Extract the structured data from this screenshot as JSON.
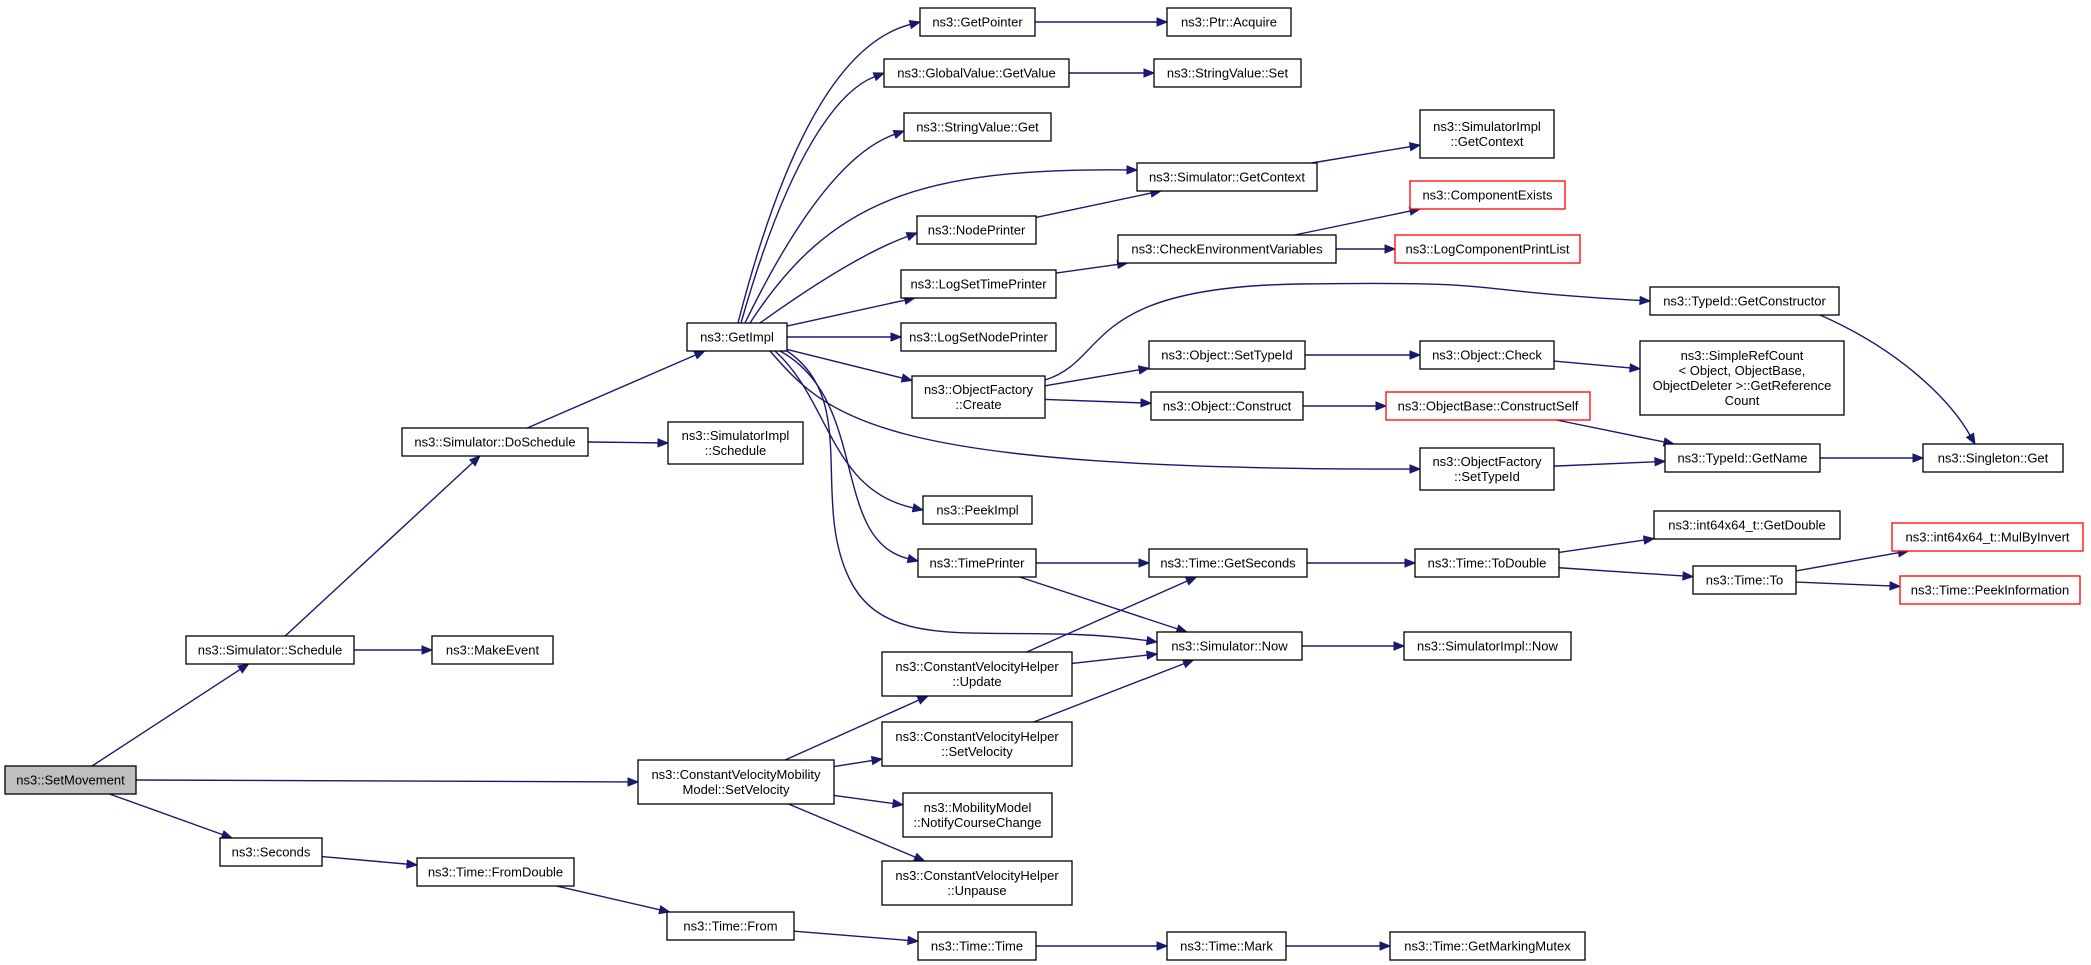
{
  "nodes": [
    {
      "id": "setmovement",
      "lines": [
        "ns3::SetMovement"
      ],
      "style": "root"
    },
    {
      "id": "sim_schedule",
      "lines": [
        "ns3::Simulator::Schedule"
      ],
      "style": "normal"
    },
    {
      "id": "makeevent",
      "lines": [
        "ns3::MakeEvent"
      ],
      "style": "normal"
    },
    {
      "id": "sim_doschedule",
      "lines": [
        "ns3::Simulator::DoSchedule"
      ],
      "style": "normal"
    },
    {
      "id": "simimpl_schedule",
      "lines": [
        "ns3::SimulatorImpl",
        "::Schedule"
      ],
      "style": "normal"
    },
    {
      "id": "getimpl",
      "lines": [
        "ns3::GetImpl"
      ],
      "style": "normal"
    },
    {
      "id": "getpointer",
      "lines": [
        "ns3::GetPointer"
      ],
      "style": "normal"
    },
    {
      "id": "ptr_acquire",
      "lines": [
        "ns3::Ptr::Acquire"
      ],
      "style": "normal"
    },
    {
      "id": "gv_getvalue",
      "lines": [
        "ns3::GlobalValue::GetValue"
      ],
      "style": "normal"
    },
    {
      "id": "sv_set",
      "lines": [
        "ns3::StringValue::Set"
      ],
      "style": "normal"
    },
    {
      "id": "sv_get",
      "lines": [
        "ns3::StringValue::Get"
      ],
      "style": "normal"
    },
    {
      "id": "sim_getcontext",
      "lines": [
        "ns3::Simulator::GetContext"
      ],
      "style": "normal"
    },
    {
      "id": "simimpl_getcontext",
      "lines": [
        "ns3::SimulatorImpl",
        "::GetContext"
      ],
      "style": "normal"
    },
    {
      "id": "nodeprinter",
      "lines": [
        "ns3::NodePrinter"
      ],
      "style": "normal"
    },
    {
      "id": "componentexists",
      "lines": [
        "ns3::ComponentExists"
      ],
      "style": "red"
    },
    {
      "id": "checkenv",
      "lines": [
        "ns3::CheckEnvironmentVariables"
      ],
      "style": "normal"
    },
    {
      "id": "logcomponentprintlist",
      "lines": [
        "ns3::LogComponentPrintList"
      ],
      "style": "red"
    },
    {
      "id": "logsettimeprinter",
      "lines": [
        "ns3::LogSetTimePrinter"
      ],
      "style": "normal"
    },
    {
      "id": "typeid_getconstructor",
      "lines": [
        "ns3::TypeId::GetConstructor"
      ],
      "style": "normal"
    },
    {
      "id": "logsetnodeprinter",
      "lines": [
        "ns3::LogSetNodePrinter"
      ],
      "style": "normal"
    },
    {
      "id": "of_create",
      "lines": [
        "ns3::ObjectFactory",
        "::Create"
      ],
      "style": "normal"
    },
    {
      "id": "obj_settypeid",
      "lines": [
        "ns3::Object::SetTypeId"
      ],
      "style": "normal"
    },
    {
      "id": "obj_check",
      "lines": [
        "ns3::Object::Check"
      ],
      "style": "normal"
    },
    {
      "id": "simplerefcount",
      "lines": [
        "ns3::SimpleRefCount",
        "< Object, ObjectBase,",
        "ObjectDeleter >::GetReference",
        "Count"
      ],
      "style": "normal"
    },
    {
      "id": "obj_construct",
      "lines": [
        "ns3::Object::Construct"
      ],
      "style": "normal"
    },
    {
      "id": "ob_constructself",
      "lines": [
        "ns3::ObjectBase::ConstructSelf"
      ],
      "style": "red"
    },
    {
      "id": "of_settypeid",
      "lines": [
        "ns3::ObjectFactory",
        "::SetTypeId"
      ],
      "style": "normal"
    },
    {
      "id": "typeid_getname",
      "lines": [
        "ns3::TypeId::GetName"
      ],
      "style": "normal"
    },
    {
      "id": "singleton_get",
      "lines": [
        "ns3::Singleton::Get"
      ],
      "style": "normal"
    },
    {
      "id": "peekimpl",
      "lines": [
        "ns3::PeekImpl"
      ],
      "style": "normal"
    },
    {
      "id": "timeprinter",
      "lines": [
        "ns3::TimePrinter"
      ],
      "style": "normal"
    },
    {
      "id": "time_getseconds",
      "lines": [
        "ns3::Time::GetSeconds"
      ],
      "style": "normal"
    },
    {
      "id": "time_todouble",
      "lines": [
        "ns3::Time::ToDouble"
      ],
      "style": "normal"
    },
    {
      "id": "int64_getdouble",
      "lines": [
        "ns3::int64x64_t::GetDouble"
      ],
      "style": "normal"
    },
    {
      "id": "int64_mulbyinvert",
      "lines": [
        "ns3::int64x64_t::MulByInvert"
      ],
      "style": "red"
    },
    {
      "id": "time_to",
      "lines": [
        "ns3::Time::To"
      ],
      "style": "normal"
    },
    {
      "id": "time_peekinformation",
      "lines": [
        "ns3::Time::PeekInformation"
      ],
      "style": "red"
    },
    {
      "id": "sim_now",
      "lines": [
        "ns3::Simulator::Now"
      ],
      "style": "normal"
    },
    {
      "id": "simimpl_now",
      "lines": [
        "ns3::SimulatorImpl::Now"
      ],
      "style": "normal"
    },
    {
      "id": "cvh_update",
      "lines": [
        "ns3::ConstantVelocityHelper",
        "::Update"
      ],
      "style": "normal"
    },
    {
      "id": "cvh_setvelocity",
      "lines": [
        "ns3::ConstantVelocityHelper",
        "::SetVelocity"
      ],
      "style": "normal"
    },
    {
      "id": "cvmm_setvelocity",
      "lines": [
        "ns3::ConstantVelocityMobility",
        "Model::SetVelocity"
      ],
      "style": "normal"
    },
    {
      "id": "mm_notify",
      "lines": [
        "ns3::MobilityModel",
        "::NotifyCourseChange"
      ],
      "style": "normal"
    },
    {
      "id": "cvh_unpause",
      "lines": [
        "ns3::ConstantVelocityHelper",
        "::Unpause"
      ],
      "style": "normal"
    },
    {
      "id": "seconds",
      "lines": [
        "ns3::Seconds"
      ],
      "style": "normal"
    },
    {
      "id": "time_fromdouble",
      "lines": [
        "ns3::Time::FromDouble"
      ],
      "style": "normal"
    },
    {
      "id": "time_from",
      "lines": [
        "ns3::Time::From"
      ],
      "style": "normal"
    },
    {
      "id": "time_time",
      "lines": [
        "ns3::Time::Time"
      ],
      "style": "normal"
    },
    {
      "id": "time_mark",
      "lines": [
        "ns3::Time::Mark"
      ],
      "style": "normal"
    },
    {
      "id": "time_getmarkingmutex",
      "lines": [
        "ns3::Time::GetMarkingMutex"
      ],
      "style": "normal"
    }
  ],
  "edges": [
    [
      "setmovement",
      "sim_schedule"
    ],
    [
      "setmovement",
      "cvmm_setvelocity"
    ],
    [
      "setmovement",
      "seconds"
    ],
    [
      "sim_schedule",
      "makeevent"
    ],
    [
      "sim_schedule",
      "sim_doschedule"
    ],
    [
      "sim_doschedule",
      "simimpl_schedule"
    ],
    [
      "sim_doschedule",
      "getimpl"
    ],
    [
      "getimpl",
      "getpointer"
    ],
    [
      "getimpl",
      "gv_getvalue"
    ],
    [
      "getimpl",
      "sv_get"
    ],
    [
      "getimpl",
      "sim_getcontext"
    ],
    [
      "getimpl",
      "nodeprinter"
    ],
    [
      "getimpl",
      "logsettimeprinter"
    ],
    [
      "getimpl",
      "logsetnodeprinter"
    ],
    [
      "getimpl",
      "of_create"
    ],
    [
      "getimpl",
      "of_settypeid"
    ],
    [
      "getimpl",
      "peekimpl"
    ],
    [
      "getimpl",
      "timeprinter"
    ],
    [
      "getimpl",
      "sim_now"
    ],
    [
      "getpointer",
      "ptr_acquire"
    ],
    [
      "gv_getvalue",
      "sv_set"
    ],
    [
      "sim_getcontext",
      "simimpl_getcontext"
    ],
    [
      "nodeprinter",
      "sim_getcontext"
    ],
    [
      "logsettimeprinter",
      "checkenv"
    ],
    [
      "checkenv",
      "componentexists"
    ],
    [
      "checkenv",
      "logcomponentprintlist"
    ],
    [
      "of_create",
      "typeid_getconstructor"
    ],
    [
      "of_create",
      "obj_settypeid"
    ],
    [
      "of_create",
      "obj_construct"
    ],
    [
      "obj_settypeid",
      "obj_check"
    ],
    [
      "obj_check",
      "simplerefcount"
    ],
    [
      "obj_construct",
      "ob_constructself"
    ],
    [
      "ob_constructself",
      "typeid_getname"
    ],
    [
      "of_settypeid",
      "typeid_getname"
    ],
    [
      "typeid_getname",
      "singleton_get"
    ],
    [
      "typeid_getconstructor",
      "singleton_get"
    ],
    [
      "timeprinter",
      "time_getseconds"
    ],
    [
      "timeprinter",
      "sim_now"
    ],
    [
      "time_getseconds",
      "time_todouble"
    ],
    [
      "time_todouble",
      "int64_getdouble"
    ],
    [
      "time_todouble",
      "time_to"
    ],
    [
      "time_to",
      "int64_mulbyinvert"
    ],
    [
      "time_to",
      "time_peekinformation"
    ],
    [
      "sim_now",
      "simimpl_now"
    ],
    [
      "cvmm_setvelocity",
      "cvh_update"
    ],
    [
      "cvmm_setvelocity",
      "cvh_setvelocity"
    ],
    [
      "cvmm_setvelocity",
      "mm_notify"
    ],
    [
      "cvmm_setvelocity",
      "cvh_unpause"
    ],
    [
      "cvh_update",
      "time_getseconds"
    ],
    [
      "cvh_update",
      "sim_now"
    ],
    [
      "cvh_setvelocity",
      "sim_now"
    ],
    [
      "seconds",
      "time_fromdouble"
    ],
    [
      "time_fromdouble",
      "time_from"
    ],
    [
      "time_from",
      "time_time"
    ],
    [
      "time_time",
      "time_mark"
    ],
    [
      "time_mark",
      "time_getmarkingmutex"
    ]
  ],
  "colors": {
    "edge": "#191970",
    "node_border": "#000000",
    "red_border": "#ff0000",
    "root_fill": "#bfbfbf"
  }
}
